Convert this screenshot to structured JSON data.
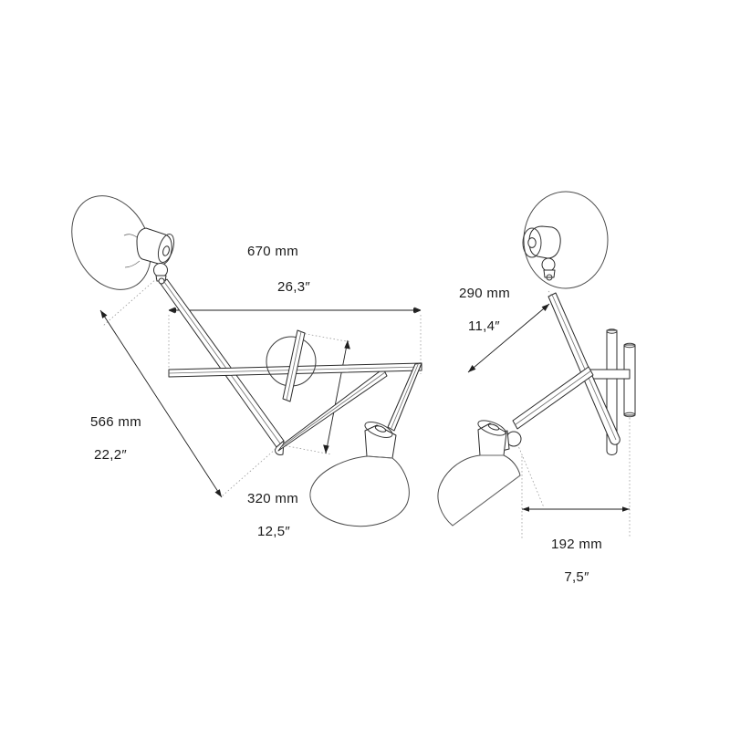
{
  "document": {
    "type": "technical-dimension-drawing",
    "subject": "articulated wall lamp",
    "background_color": "#ffffff",
    "line_color": "#2b2b2b",
    "text_color": "#1a1a1a",
    "views": [
      "front-view",
      "side-view"
    ]
  },
  "dimensions": {
    "reach_width": {
      "mm": "670 mm",
      "inch": "26,3″",
      "view": "front-view",
      "orientation": "horizontal"
    },
    "drop_height": {
      "mm": "566 mm",
      "inch": "22,2″",
      "view": "front-view",
      "orientation": "diagonal"
    },
    "lower_arm": {
      "mm": "320 mm",
      "inch": "12,5″",
      "view": "front-view",
      "orientation": "diagonal"
    },
    "upper_arm": {
      "mm": "290 mm",
      "inch": "11,4″",
      "view": "side-view",
      "orientation": "diagonal"
    },
    "projection_depth": {
      "mm": "192 mm",
      "inch": "7,5″",
      "view": "side-view",
      "orientation": "horizontal"
    }
  },
  "parts": {
    "upper_shade": "upper-lamp-shade",
    "upper_socket": "upper-lamp-socket",
    "upper_joint": "upper-ball-joint",
    "lower_shade": "lower-lamp-shade",
    "lower_socket": "lower-lamp-socket",
    "lower_joint": "lower-ball-joint",
    "long_arm": "long-arm-rod",
    "short_arm": "short-arm-rod",
    "pivot": "central-pivot",
    "wall_plate": "wall-mount-plate",
    "wall_bracket": "wall-mount-bracket"
  }
}
